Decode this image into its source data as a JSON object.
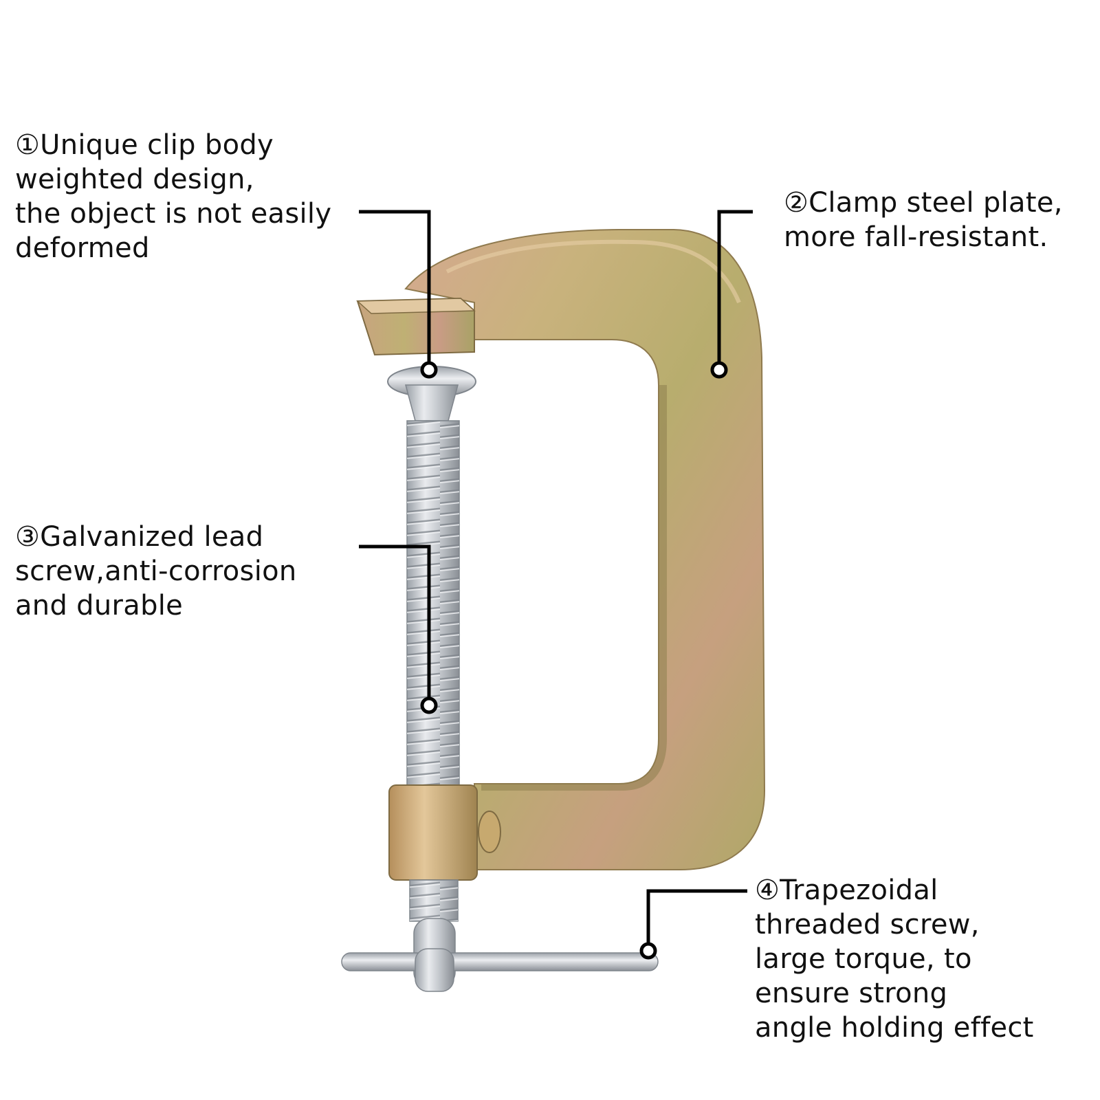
{
  "product": "C-clamp",
  "colors": {
    "text": "#111111",
    "leader_line": "#000000",
    "frame_light": "#c9b07a",
    "frame_mid": "#b39a5e",
    "frame_pink": "#c99a8a",
    "frame_green": "#a8a86a",
    "screw_steel": "#c9ccd1",
    "screw_dark": "#8d9197"
  },
  "callouts": [
    {
      "id": "clip-body",
      "marker": "①",
      "lines": [
        "①Unique clip body",
        "weighted design,",
        "the object is not easily",
        "deformed"
      ]
    },
    {
      "id": "steel-plate",
      "marker": "②",
      "lines": [
        "②Clamp steel plate,",
        "more fall-resistant."
      ]
    },
    {
      "id": "lead-screw",
      "marker": "③",
      "lines": [
        "③Galvanized lead",
        "screw,anti-corrosion",
        "and durable"
      ]
    },
    {
      "id": "threaded-screw",
      "marker": "④",
      "lines": [
        "④Trapezoidal",
        "threaded screw,",
        "large torque, to",
        "ensure strong",
        "angle holding effect"
      ]
    }
  ]
}
